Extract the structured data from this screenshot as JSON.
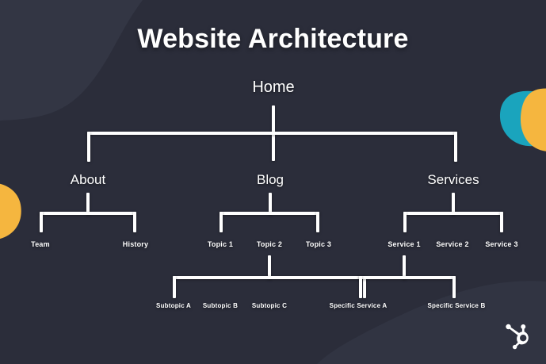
{
  "page": {
    "title": "Website Architecture",
    "background_color": "#2b2d3a",
    "line_color": "#ffffff",
    "text_color": "#ffffff",
    "accent_yellow": "#f5b63f",
    "accent_teal": "#1aa4bd"
  },
  "tree": {
    "root": {
      "label": "Home"
    },
    "level1": [
      {
        "label": "About"
      },
      {
        "label": "Blog"
      },
      {
        "label": "Services"
      }
    ],
    "about_children": [
      {
        "label": "Team"
      },
      {
        "label": "History"
      }
    ],
    "blog_children": [
      {
        "label": "Topic 1"
      },
      {
        "label": "Topic 2"
      },
      {
        "label": "Topic 3"
      }
    ],
    "services_children": [
      {
        "label": "Service 1"
      },
      {
        "label": "Service 2"
      },
      {
        "label": "Service 3"
      }
    ],
    "topic2_children": [
      {
        "label": "Subtopic A"
      },
      {
        "label": "Subtopic B"
      },
      {
        "label": "Subtopic C"
      }
    ],
    "service1_children": [
      {
        "label": "Specific Service A"
      },
      {
        "label": "Specific Service B"
      }
    ]
  },
  "branding": {
    "logo_name": "hubspot-sprocket-logo"
  }
}
